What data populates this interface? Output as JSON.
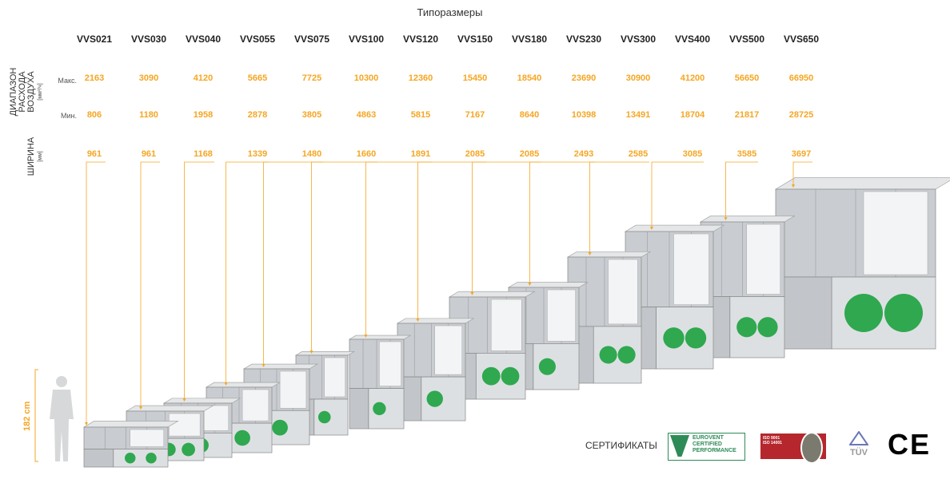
{
  "header": {
    "title": "Типоразмеры"
  },
  "labels": {
    "airflow_range": [
      "ДИАПАЗОН",
      "РАСХОДА",
      "ВОЗДУХА"
    ],
    "airflow_unit": "[мм³/ч]",
    "max": "Макс.",
    "min": "Мин.",
    "width": "ШИРИНА",
    "width_unit": "[мм]",
    "human_height": "182 cm",
    "certificates": "СЕРТИФИКАТЫ"
  },
  "models": [
    {
      "name": "VVS021",
      "max": "2163",
      "min": "806",
      "width": "961"
    },
    {
      "name": "VVS030",
      "max": "3090",
      "min": "1180",
      "width": "961"
    },
    {
      "name": "VVS040",
      "max": "4120",
      "min": "1958",
      "width": "1168"
    },
    {
      "name": "VVS055",
      "max": "5665",
      "min": "2878",
      "width": "1339"
    },
    {
      "name": "VVS075",
      "max": "7725",
      "min": "3805",
      "width": "1480"
    },
    {
      "name": "VVS100",
      "max": "10300",
      "min": "4863",
      "width": "1660"
    },
    {
      "name": "VVS120",
      "max": "12360",
      "min": "5815",
      "width": "1891"
    },
    {
      "name": "VVS150",
      "max": "15450",
      "min": "7167",
      "width": "2085"
    },
    {
      "name": "VVS180",
      "max": "18540",
      "min": "8640",
      "width": "2085"
    },
    {
      "name": "VVS230",
      "max": "23690",
      "min": "10398",
      "width": "2493"
    },
    {
      "name": "VVS300",
      "max": "30900",
      "min": "13491",
      "width": "2585"
    },
    {
      "name": "VVS400",
      "max": "41200",
      "min": "18704",
      "width": "3085"
    },
    {
      "name": "VVS500",
      "max": "56650",
      "min": "21817",
      "width": "3585"
    },
    {
      "name": "VVS650",
      "max": "66950",
      "min": "28725",
      "width": "3697"
    }
  ],
  "certs": {
    "eurovent": [
      "EUROVENT",
      "CERTIFIED",
      "PERFORMANCE"
    ],
    "iso": [
      "ISO 9001",
      "ISO 14001"
    ],
    "tuv": "TÜV",
    "ce": "CE"
  },
  "colors": {
    "accent": "#f5a623",
    "fan": "#2fa84f",
    "casing": "#c9ccd0"
  }
}
